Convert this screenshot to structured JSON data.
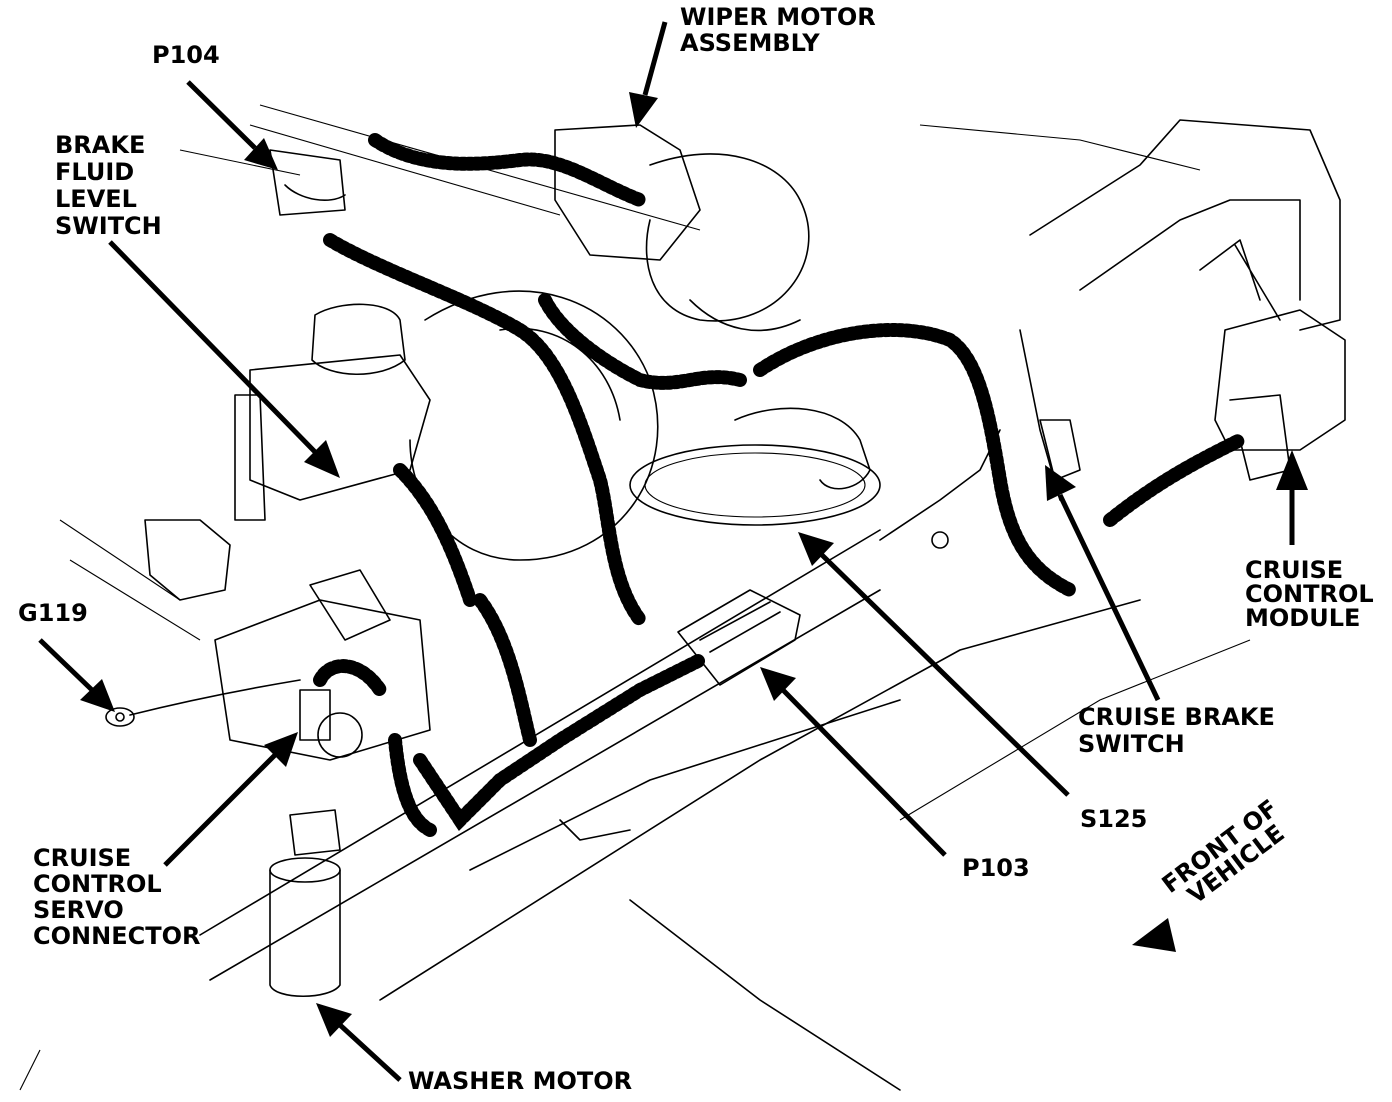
{
  "labels": {
    "p104": "P104",
    "wiper_motor": [
      "WIPER MOTOR",
      "ASSEMBLY"
    ],
    "brake_fluid": [
      "BRAKE",
      "FLUID",
      "LEVEL",
      "SWITCH"
    ],
    "g119": "G119",
    "cruise_servo": [
      "CRUISE",
      "CONTROL",
      "SERVO",
      "CONNECTOR"
    ],
    "washer_motor": "WASHER MOTOR",
    "p103": "P103",
    "s125": "S125",
    "cruise_brake": [
      "CRUISE BRAKE",
      "SWITCH"
    ],
    "cruise_module": [
      "CRUISE",
      "CONTROL",
      "MODULE"
    ],
    "front_vehicle": [
      "FRONT OF",
      "VEHICLE"
    ]
  },
  "colors": {
    "ink": "#000000",
    "paper": "#ffffff"
  }
}
